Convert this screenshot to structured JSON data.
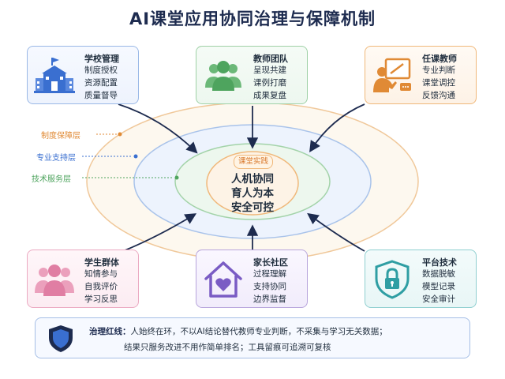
{
  "title": "AI课堂应用协同治理与保障机制",
  "cards": {
    "school": {
      "title": "学校管理",
      "items": [
        "制度授权",
        "资源配置",
        "质量督导"
      ]
    },
    "teachers": {
      "title": "教师团队",
      "items": [
        "呈现共建",
        "课例打磨",
        "成果复盘"
      ]
    },
    "instructor": {
      "title": "任课教师",
      "items": [
        "专业判断",
        "课堂调控",
        "反馈沟通"
      ]
    },
    "students": {
      "title": "学生群体",
      "items": [
        "知情参与",
        "自我评价",
        "学习反思"
      ]
    },
    "community": {
      "title": "家长社区",
      "items": [
        "过程理解",
        "支持协同",
        "边界监督"
      ]
    },
    "platform": {
      "title": "平台技术",
      "items": [
        "数据脱敏",
        "模型记录",
        "安全审计"
      ]
    }
  },
  "layers": {
    "institution": "制度保障层",
    "professional": "专业支持层",
    "technical": "技术服务层"
  },
  "center": {
    "tag": "课堂实践",
    "lines": [
      "人机协同",
      "育人为本",
      "安全可控"
    ]
  },
  "redline": {
    "label": "治理红线：",
    "line1": "人始终在环，不以AI结论替代教师专业判断，不采集与学习无关数据；",
    "line2": "结果只服务改进不用作简单排名；工具留痕可追溯可复核"
  },
  "colors": {
    "blue": "#3a6fd0",
    "green": "#4ea45e",
    "orange": "#e08a35",
    "pink": "#e07ea3",
    "purple": "#7a5cc4",
    "teal": "#2f9ea3",
    "navy": "#1d2b4f"
  }
}
